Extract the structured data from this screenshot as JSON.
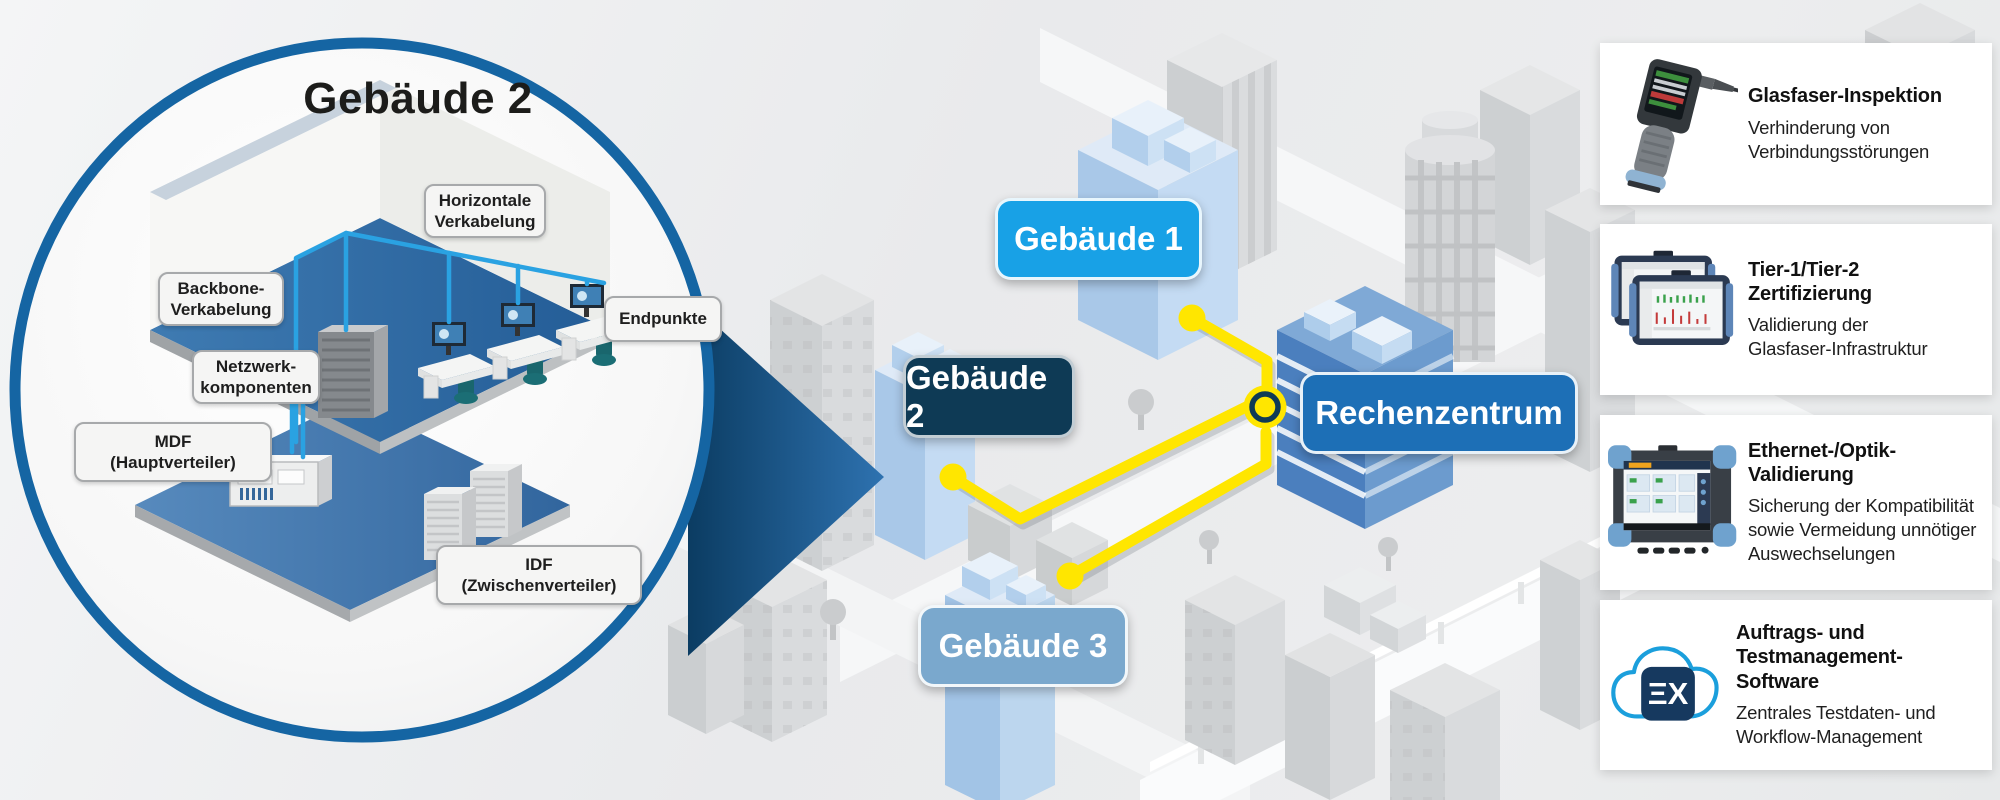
{
  "inset": {
    "title": "Gebäude 2",
    "labels": {
      "horizontale": "Horizontale\nVerkabelung",
      "backbone": "Backbone-\nVerkabelung",
      "endpunkte": "Endpunkte",
      "netzwerk": "Netzwerk-\nkomponenten",
      "mdf": "MDF\n(Hauptverteiler)",
      "idf": "IDF\n(Zwischenverteiler)"
    }
  },
  "map": {
    "badges": {
      "gebaeude1": "Gebäude 1",
      "gebaeude2": "Gebäude 2",
      "rechenzentrum": "Rechenzentrum",
      "gebaeude3": "Gebäude 3"
    }
  },
  "products": [
    {
      "title": "Glasfaser-Inspektion",
      "description": "Verhinderung von\nVerbindungsstörungen",
      "icon": "fiber-inspection-probe-icon"
    },
    {
      "title": "Tier-1/Tier-2\nZertifizierung",
      "description": "Validierung der\nGlasfaser-Infrastruktur",
      "icon": "otdr-testers-icon"
    },
    {
      "title": "Ethernet-/Optik-\nValidierung",
      "description": "Sicherung der Kompatibilität\nsowie Vermeidung unnötiger\nAuswechselungen",
      "icon": "network-tester-icon"
    },
    {
      "title": "Auftrags- und\nTestmanagement-Software",
      "description": "Zentrales Testdaten- und\nWorkflow-Management",
      "icon": "cloud-software-icon",
      "logo_text": "ΞX"
    }
  ],
  "colors": {
    "fiber_yellow": "#ffe600",
    "badge_bright_blue": "#18a1e6",
    "badge_navy": "#0e3a55",
    "badge_blue": "#1d6fb6",
    "badge_steel_blue": "#7aa8cd",
    "circle_border_blue": "#1565a3",
    "cable_blue": "#2aa2e2",
    "cloud_outline_blue": "#1b9fdc"
  }
}
